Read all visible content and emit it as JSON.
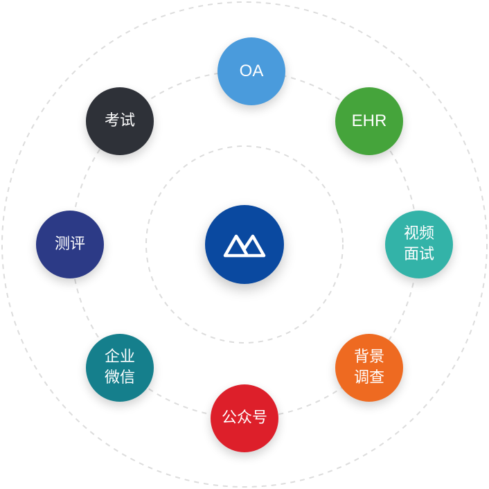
{
  "center": {
    "logo_icon": "brand-mountain-logo-icon",
    "color": "#0a49a0"
  },
  "nodes": [
    {
      "id": "oa",
      "label": "OA",
      "color": "#4a9bdc"
    },
    {
      "id": "ehr",
      "label": "EHR",
      "color": "#45a43b"
    },
    {
      "id": "video-interview",
      "label": "视频面试",
      "color": "#33b3a8"
    },
    {
      "id": "background-check",
      "label": "背景调查",
      "color": "#ee6a21"
    },
    {
      "id": "official-account",
      "label": "公众号",
      "color": "#dd1f2a"
    },
    {
      "id": "enterprise-wechat",
      "label": "企业微信",
      "color": "#157f8c"
    },
    {
      "id": "assessment",
      "label": "测评",
      "color": "#2c3a86"
    },
    {
      "id": "exam",
      "label": "考试",
      "color": "#2e3138"
    }
  ]
}
